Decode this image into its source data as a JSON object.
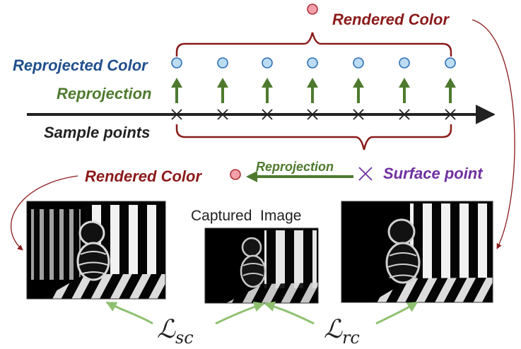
{
  "labels": {
    "rendered_color_top": "Rendered Color",
    "reprojected_color": "Reprojected Color",
    "reprojection_upper": "Reprojection",
    "sample_points": "Sample points",
    "reprojection_lower": "Reprojection",
    "rendered_color_left": "Rendered Color",
    "surface_point": "Surface point",
    "captured_image": "Captured  Image",
    "loss_sc_symbol": "ℒ",
    "loss_sc_sub": "sc",
    "loss_rc_symbol": "ℒ",
    "loss_rc_sub": "rc"
  },
  "colors": {
    "dark_red": "#8b1a1a",
    "navy_blue": "#1f4e8c",
    "dark_green": "#4e7a2e",
    "purple": "#7030a0",
    "light_green": "#8fc070",
    "sample_blue_fill": "#bcdcf5",
    "sample_blue_stroke": "#2e6fb5",
    "rendered_pink_fill": "#f4a0a8",
    "rendered_pink_stroke": "#b0303a",
    "axis": "#222222"
  },
  "sample_count": 7
}
